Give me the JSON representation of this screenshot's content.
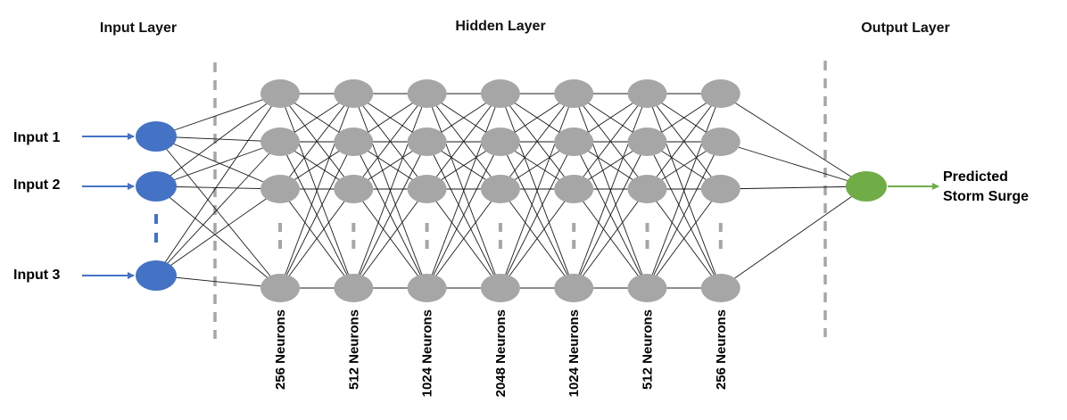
{
  "headers": {
    "input": "Input Layer",
    "hidden": "Hidden Layer",
    "output": "Output Layer"
  },
  "inputs": [
    "Input 1",
    "Input 2",
    "Input 3"
  ],
  "output_label": [
    "Predicted",
    "Storm Surge"
  ],
  "hidden_layers": [
    {
      "label": "256 Neurons"
    },
    {
      "label": "512 Neurons"
    },
    {
      "label": "1024 Neurons"
    },
    {
      "label": "2048 Neurons"
    },
    {
      "label": "1024 Neurons"
    },
    {
      "label": "512 Neurons"
    },
    {
      "label": "256 Neurons"
    }
  ],
  "colors": {
    "input_node": "#4472C4",
    "hidden_node": "#A6A6A6",
    "output_node": "#70AD47",
    "input_arrow": "#4472C4",
    "output_arrow": "#70AD47",
    "separator": "#A6A6A6"
  }
}
